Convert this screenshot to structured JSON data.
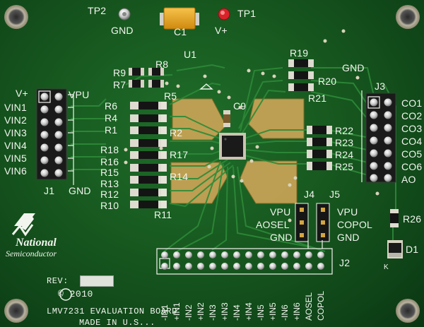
{
  "board": {
    "title": "LMV7231 EVALUATION BOARD",
    "made_in": "MADE IN U.S...",
    "copyright": "© 2010",
    "rev_label": "REV:",
    "logo_line1": "National",
    "logo_line2": "Semiconductor"
  },
  "test_points": {
    "tp2": "TP2",
    "tp2_net": "GND",
    "tp1": "TP1",
    "tp1_net": "V+"
  },
  "components": {
    "c1": "C1",
    "u1": "U1",
    "c9": "C9",
    "d1": "D1",
    "d1_pin": "K",
    "r9": "R9",
    "r8": "R8",
    "r7": "R7",
    "r5": "R5",
    "r6": "R6",
    "r4": "R4",
    "r1": "R1",
    "r2": "R2",
    "r18": "R18",
    "r17": "R17",
    "r16": "R16",
    "r15": "R15",
    "r14": "R14",
    "r13": "R13",
    "r12": "R12",
    "r10": "R10",
    "r11": "R11",
    "r19": "R19",
    "r20": "R20",
    "r21": "R21",
    "r22": "R22",
    "r23": "R23",
    "r24": "R24",
    "r25": "R25",
    "r26": "R26"
  },
  "j1": {
    "name": "J1",
    "vplus": "V+",
    "vpu": "VPU",
    "gnd": "GND",
    "inputs": [
      "VIN1",
      "VIN2",
      "VIN3",
      "VIN4",
      "VIN5",
      "VIN6"
    ]
  },
  "j3": {
    "name": "J3",
    "gnd": "GND",
    "outputs": [
      "CO1",
      "CO2",
      "CO3",
      "CO4",
      "CO5",
      "CO6",
      "AO"
    ]
  },
  "j4": {
    "name": "J4",
    "vpu": "VPU",
    "aosel": "AOSEL",
    "gnd": "GND"
  },
  "j5": {
    "name": "J5",
    "vpu": "VPU",
    "copol": "COPOL",
    "gnd": "GND"
  },
  "j2": {
    "name": "J2",
    "pins": [
      "-IN1",
      "+IN1",
      "-IN2",
      "+IN2",
      "-IN3",
      "+IN3",
      "-IN4",
      "+IN4",
      "-IN5",
      "+IN5",
      "-IN6",
      "+IN6",
      "AOSEL",
      "COPOL"
    ]
  },
  "colors": {
    "pcb": "#17581f",
    "copper": "#c9a456",
    "silkscreen": "#f2f5ee",
    "tantalum": "#e8a318",
    "tp1_cap": "#d8232a"
  }
}
